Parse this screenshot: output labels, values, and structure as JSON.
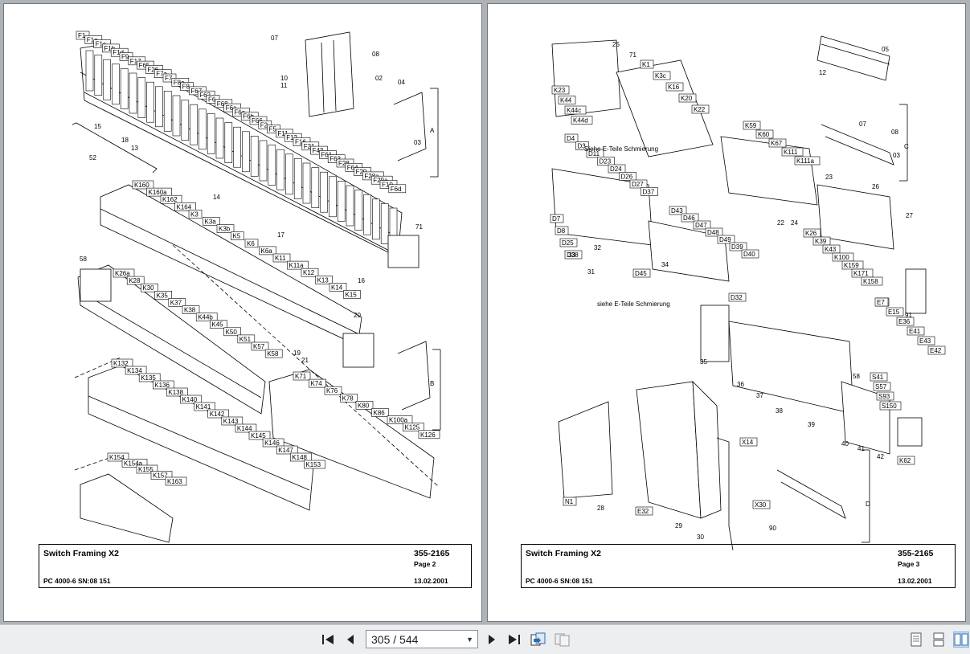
{
  "left_page": {
    "title": "Switch Framing X2",
    "number": "355-2165",
    "page": "Page 2",
    "model": "PC 4000-6 SN:08 151",
    "date": "13.02.2001",
    "groups": [
      "A",
      "B"
    ],
    "labels_top": [
      "F1",
      "F1a",
      "F1c",
      "F1b",
      "F1d",
      "F9",
      "F17",
      "F65",
      "F26",
      "F7a",
      "F7",
      "F8a",
      "F8",
      "F67",
      "F62",
      "F6",
      "F68",
      "F6a",
      "F6c",
      "F6b",
      "F66",
      "F2",
      "F5",
      "F11",
      "F12",
      "F16",
      "F21",
      "F43",
      "F61",
      "F63",
      "F28",
      "F64",
      "F29",
      "F28a",
      "F29a",
      "F10",
      "F6d"
    ],
    "labels_mid": [
      "K160",
      "K160a",
      "K162",
      "K164",
      "K3",
      "K3a",
      "K3b",
      "K5",
      "K6",
      "K6a",
      "K11",
      "K11a",
      "K12",
      "K13",
      "K14",
      "K15",
      "K26a",
      "K28",
      "K30",
      "K35",
      "K37",
      "K38",
      "K44b",
      "K45",
      "K50",
      "K51",
      "K57",
      "K58",
      "K71",
      "K74",
      "K76",
      "K78",
      "K80",
      "K86",
      "K100a",
      "K125",
      "K126"
    ],
    "labels_low": [
      "K132",
      "K134",
      "K135",
      "K136",
      "K138",
      "K140",
      "K141",
      "K142",
      "K143",
      "K144",
      "K145",
      "K146",
      "K147",
      "K148",
      "K153",
      "K154",
      "K154a",
      "K155",
      "K157",
      "K163"
    ],
    "parts": [
      "07",
      "08",
      "10",
      "11",
      "02",
      "04",
      "03",
      "15",
      "18",
      "13",
      "52",
      "14",
      "17",
      "16",
      "71",
      "58",
      "20",
      "19",
      "21"
    ]
  },
  "right_page": {
    "title": "Switch Framing X2",
    "number": "355-2165",
    "page": "Page 3",
    "model": "PC 4000-6 SN:08 151",
    "date": "13.02.2001",
    "groups": [
      "C",
      "D"
    ],
    "note1": "Siehe E-Teile Schmierung",
    "note2": "siehe E-Teile Schmierung",
    "labels_relays": [
      "K23",
      "K44",
      "K44c",
      "K44d",
      "K1",
      "K3c",
      "K16",
      "K20",
      "K22",
      "K59",
      "K60",
      "K67",
      "K111",
      "K111a",
      "K26",
      "K39",
      "K43",
      "K100",
      "K159",
      "K171",
      "K158"
    ],
    "labels_d": [
      "D4",
      "D3",
      "D11",
      "D23",
      "D24",
      "D26",
      "D27",
      "D37",
      "D7",
      "D8",
      "D25",
      "D38",
      "D43",
      "D46",
      "D47",
      "D48",
      "D49",
      "D39",
      "D40",
      "D45",
      "D32"
    ],
    "labels_e": [
      "E7",
      "E15",
      "E36",
      "E41",
      "E43",
      "E42",
      "N1",
      "E32",
      "X14",
      "X30",
      "S41",
      "S57",
      "S93",
      "S150",
      "K62"
    ],
    "parts": [
      "25",
      "71",
      "05",
      "12",
      "07",
      "08",
      "03",
      "23",
      "22",
      "24",
      "26",
      "27",
      "91",
      "31",
      "32",
      "33",
      "34",
      "35",
      "36",
      "37",
      "38",
      "39",
      "40",
      "41",
      "42",
      "58",
      "28",
      "29",
      "30",
      "90"
    ]
  },
  "toolbar": {
    "page_indicator": "305 / 544",
    "first_icon": "first-page-icon",
    "prev_icon": "previous-page-icon",
    "next_icon": "next-page-icon",
    "last_icon": "last-page-icon"
  }
}
